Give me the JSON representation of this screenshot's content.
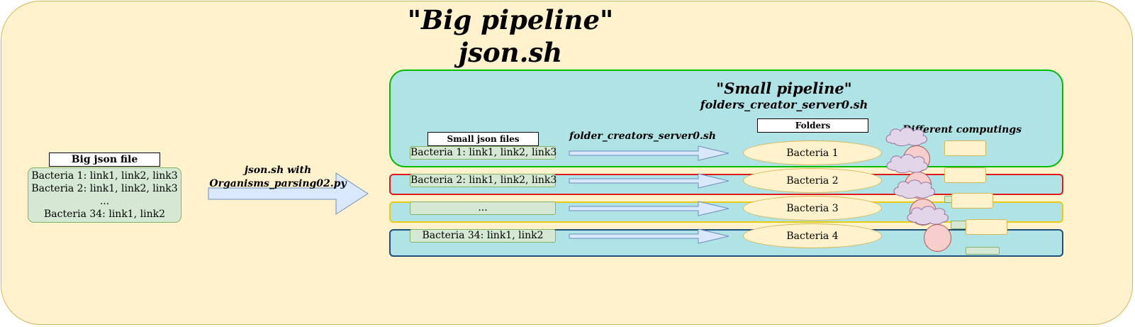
{
  "big_pipeline": {
    "title_line1": "\"Big pipeline\"",
    "title_line2": "json.sh"
  },
  "big_json": {
    "label": "Big json file",
    "lines": [
      "Bacteria 1: link1, link2, link3",
      "Bacteria 2: link1, link2, link3",
      "...",
      "Bacteria 34: link1, link2"
    ]
  },
  "main_arrow": {
    "line1": "json.sh with",
    "line2": "Organisms_parsing02.py"
  },
  "small_pipeline": {
    "title_line1": "\"Small pipeline\"",
    "title_line2": "folders_creator_server0.sh"
  },
  "small_json": {
    "label": "Small json files",
    "items": [
      "Bacteria 1: link1, link2, link3",
      "Bacteria 2: link1, link2, link3",
      "...",
      "Bacteria 34: link1, link2"
    ]
  },
  "script_label": "folder_creators_server0.sh",
  "folders": {
    "label": "Folders",
    "items": [
      "Bacteria 1",
      "Bacteria 2",
      "Bacteria 3",
      "Bacteria 4"
    ]
  },
  "computings_label": "Different computings",
  "colors": {
    "outer_fill": "#fff2cc",
    "lane_fill": "#b0e3e6",
    "lane1_border": "#00bb00",
    "lane2_border": "#e0191b",
    "lane3_border": "#e8cc10",
    "lane4_border": "#1f4e79",
    "box_green": "#d5e8d4",
    "arrow_fill": "#dae8fc"
  }
}
